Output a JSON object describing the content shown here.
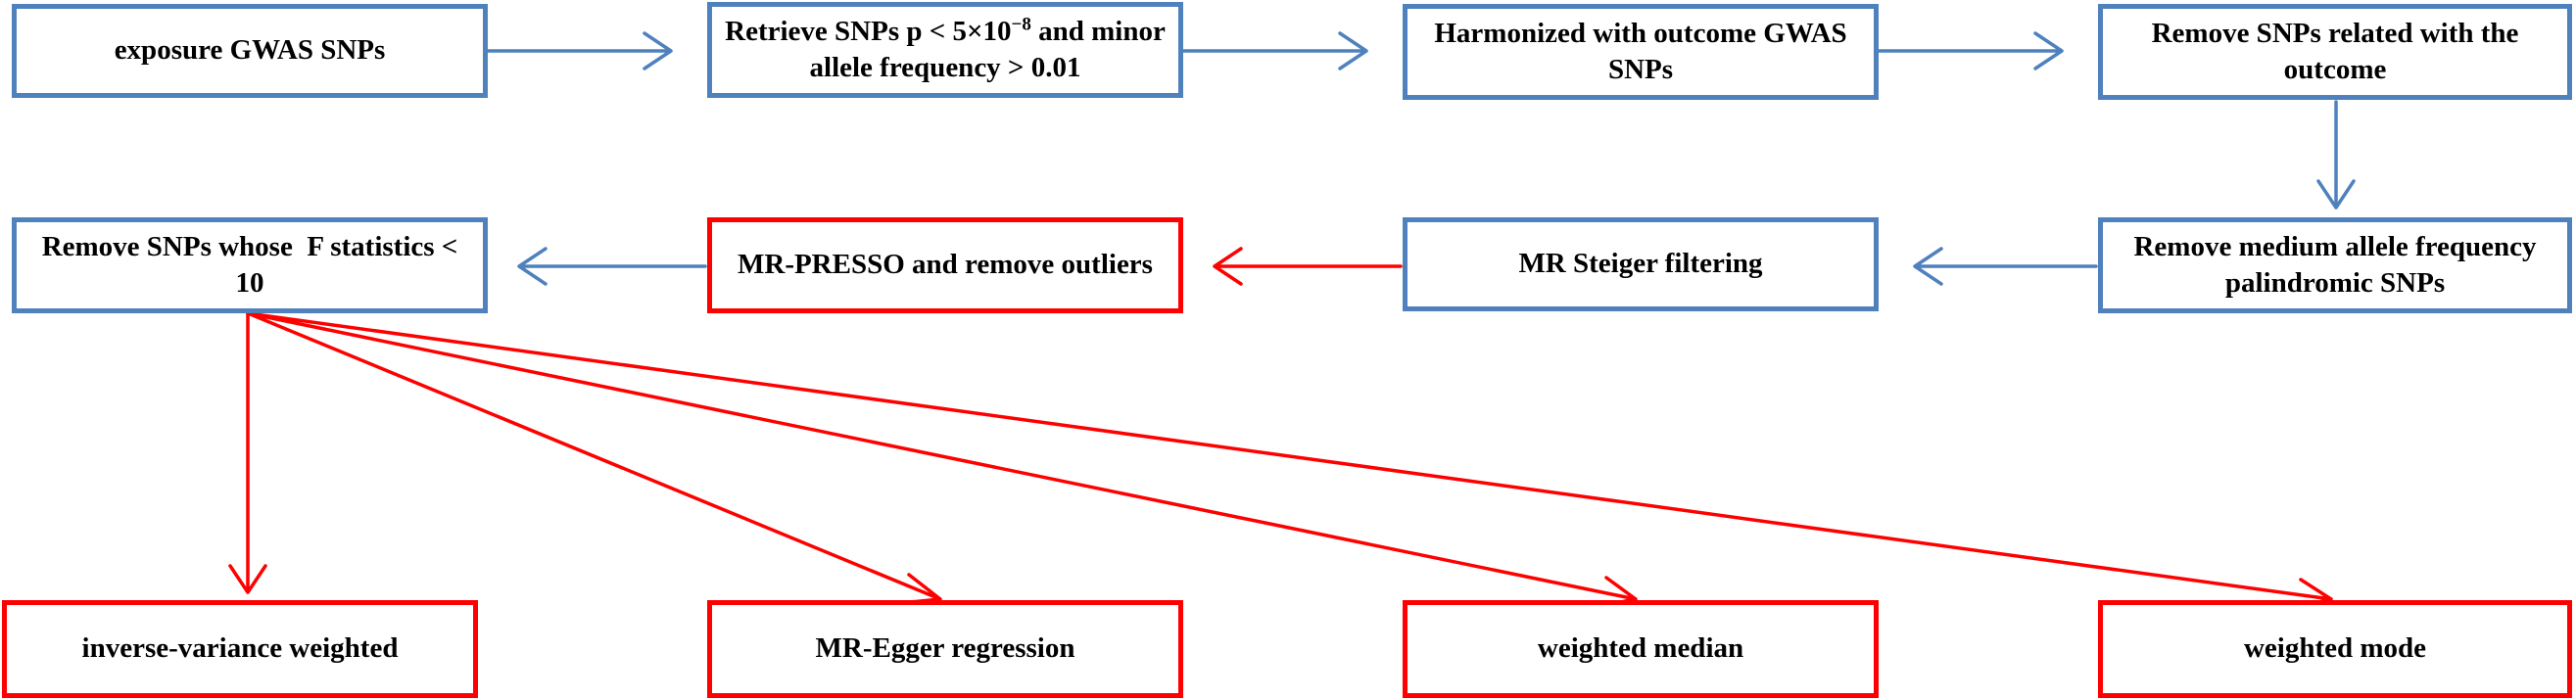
{
  "colors": {
    "blue": "#4f81bd",
    "red": "#ff0000"
  },
  "nodes": {
    "exposure": "exposure GWAS SNPs",
    "retrieve": {
      "pre": "Retrieve SNPs p < 5×10",
      "sup": "−8",
      "post": " and minor allele frequency > 0.01"
    },
    "harmonized": "Harmonized with outcome GWAS SNPs",
    "remove_outcome": "Remove SNPs related with the outcome",
    "remove_palindromic": "Remove medium allele frequency palindromic SNPs",
    "steiger": "MR Steiger filtering",
    "presso": "MR-PRESSO and remove outliers",
    "f_stat": "Remove SNPs whose  F statistics < 10",
    "ivw": "inverse-variance weighted",
    "egger": "MR-Egger regression",
    "median": "weighted median",
    "mode": "weighted mode"
  }
}
